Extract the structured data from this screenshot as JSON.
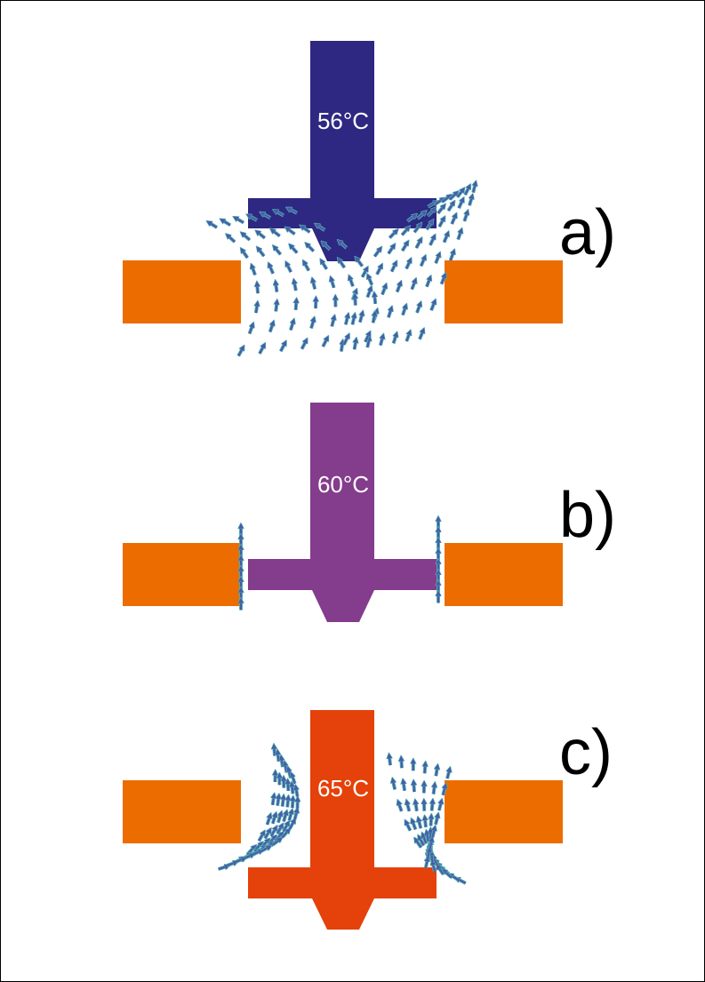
{
  "colors": {
    "orange_block": "#ec6c00",
    "panel_a": "#2e2882",
    "panel_b": "#843c8c",
    "panel_c": "#e5410a",
    "arrow": "#4a5ba8",
    "arrow_halo": "#4fb3b0"
  },
  "panels": [
    {
      "label": "a)",
      "temperature": "56°C"
    },
    {
      "label": "b)",
      "temperature": "60°C"
    },
    {
      "label": "c)",
      "temperature": "65°C"
    }
  ]
}
